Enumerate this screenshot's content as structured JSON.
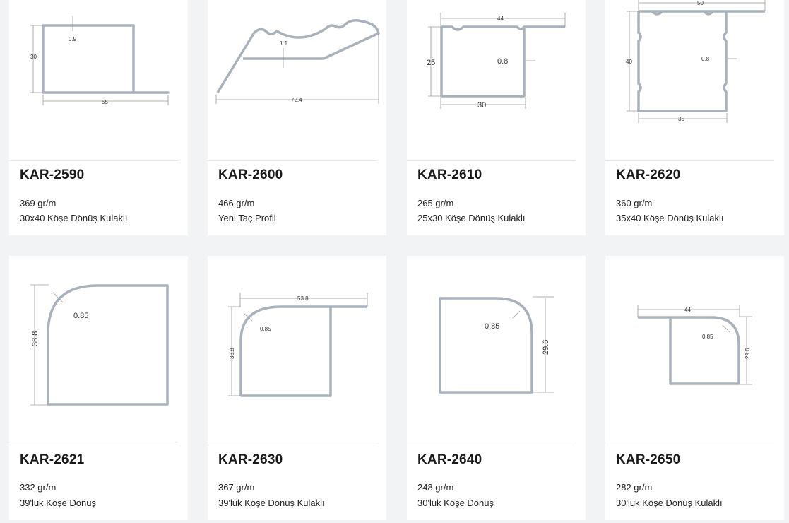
{
  "products": [
    {
      "code": "KAR-2590",
      "weight": "369 gr/m",
      "description": "30x40 Köşe Dönüş Kulaklı",
      "dims": {
        "height": "30",
        "thickness": "0.9",
        "width": "55"
      }
    },
    {
      "code": "KAR-2600",
      "weight": "466 gr/m",
      "description": "Yeni Taç Profil",
      "dims": {
        "thickness": "1.1",
        "width": "72.4"
      }
    },
    {
      "code": "KAR-2610",
      "weight": "265 gr/m",
      "description": "25x30 Köşe Dönüş Kulaklı",
      "dims": {
        "top": "44",
        "height": "25",
        "thickness": "0.8",
        "bottom": "30"
      }
    },
    {
      "code": "KAR-2620",
      "weight": "360 gr/m",
      "description": "35x40 Köşe Dönüş Kulaklı",
      "dims": {
        "top": "50",
        "height": "40",
        "thickness": "0.8",
        "bottom": "35"
      }
    },
    {
      "code": "KAR-2621",
      "weight": "332 gr/m",
      "description": "39'luk Köşe Dönüş",
      "dims": {
        "radius_thickness": "0.85",
        "height": "38.8"
      }
    },
    {
      "code": "KAR-2630",
      "weight": "367 gr/m",
      "description": "39'luk Köşe Dönüş Kulaklı",
      "dims": {
        "top": "53.8",
        "radius_thickness": "0.85",
        "height": "38.8"
      }
    },
    {
      "code": "KAR-2640",
      "weight": "248 gr/m",
      "description": "30'luk Köşe Dönüş",
      "dims": {
        "radius_thickness": "0.85",
        "height": "29.6"
      }
    },
    {
      "code": "KAR-2650",
      "weight": "282 gr/m",
      "description": "30'luk Köşe Dönüş Kulaklı",
      "dims": {
        "top": "44",
        "radius_thickness": "0.85",
        "height": "29.6"
      }
    }
  ]
}
